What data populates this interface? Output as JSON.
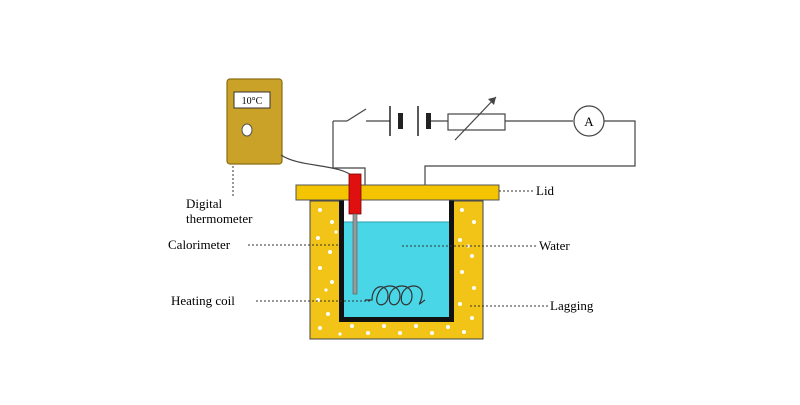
{
  "labels": {
    "digital_thermometer_line1": "Digital",
    "digital_thermometer_line2": "thermometer",
    "calorimeter": "Calorimeter",
    "heating_coil": "Heating coil",
    "lid": "Lid",
    "water": "Water",
    "lagging": "Lagging",
    "ammeter": "A"
  },
  "thermometer": {
    "reading": "10°C"
  },
  "colors": {
    "thermometer_body": "#c9a227",
    "lagging": "#f2c418",
    "lid": "#f5c400",
    "water": "#49d7e8",
    "probe": "#e01010"
  }
}
